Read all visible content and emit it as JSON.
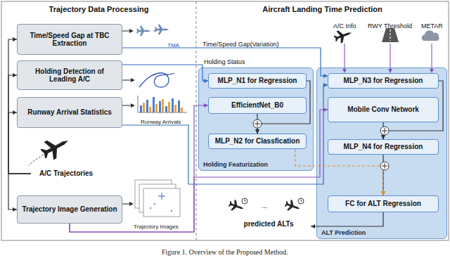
{
  "diagram": {
    "caption": "Figure 1. Overview of the Proposed Method.",
    "nodes": [
      {
        "text": [
          "Trajectory Data Processing"
        ]
      },
      {
        "text": [
          "Time/Speed Gap at TBC Extraction"
        ],
        "in": 0
      },
      {
        "text": [
          "Holding Detection of Leading A/C"
        ],
        "in": 0
      },
      {
        "text": [
          "Runway Arrival Statistics"
        ],
        "in": 0
      },
      {
        "text": [
          "A/C Trajectories"
        ],
        "in": 0
      },
      {
        "text": [
          "Trajectory Image Generation"
        ],
        "in": 0
      },
      {
        "text": [
          "Aircraft Landing Time Prediction"
        ]
      },
      {
        "text": [
          "Holding Featurization"
        ],
        "in": 6
      },
      {
        "text": [
          "MLP_N1 for Regression"
        ],
        "in": 7
      },
      {
        "text": [
          "EfficientNet_B0"
        ],
        "in": 7
      },
      {
        "text": [
          "MLP_N2 for Classfication"
        ],
        "in": 7
      },
      {
        "text": [
          "ALT Prediction"
        ],
        "in": 6
      },
      {
        "text": [
          "MLP_N3 for Regression"
        ],
        "in": 11
      },
      {
        "text": [
          "Mobile Conv Network"
        ],
        "in": 11
      },
      {
        "text": [
          "MLP_N4 for Regression"
        ],
        "in": 11
      },
      {
        "text": [
          "FC for ALT Regression"
        ],
        "in": 11
      },
      {
        "text": [
          "predicted ALTs"
        ],
        "in": 6
      }
    ],
    "edges": [
      {
        "from": 4,
        "to": 1,
        "arrow": "to"
      },
      {
        "from": 4,
        "to": 2,
        "arrow": "to"
      },
      {
        "from": 4,
        "to": 3,
        "arrow": "to"
      },
      {
        "from": 4,
        "to": 5,
        "arrow": "to"
      },
      {
        "from": 1,
        "to": 12,
        "label": "Time/Speed Gap(Variation)",
        "arrow": "to"
      },
      {
        "from": 2,
        "to": 8,
        "label": "Holding Status",
        "arrow": "to"
      },
      {
        "from": 3,
        "to": 12,
        "arrow": "to"
      },
      {
        "from": 5,
        "to": 9,
        "arrow": "to"
      },
      {
        "from": 5,
        "to": 13,
        "arrow": "to"
      },
      {
        "from": 8,
        "to": 10,
        "arrow": "to"
      },
      {
        "from": 9,
        "to": 10,
        "arrow": "to"
      },
      {
        "from": 12,
        "to": 14,
        "arrow": "to"
      },
      {
        "from": 13,
        "to": 14,
        "arrow": "to"
      },
      {
        "from": 14,
        "to": 15,
        "arrow": "to"
      },
      {
        "from": 10,
        "to": 15,
        "arrow": "to"
      },
      {
        "from": 15,
        "to": 16,
        "arrow": "to"
      }
    ],
    "labels": [
      "TMA",
      "Runway Arrivals",
      "Trajectory Images",
      "A/C Info",
      "RWY Threshold",
      "METAR",
      "..."
    ]
  }
}
